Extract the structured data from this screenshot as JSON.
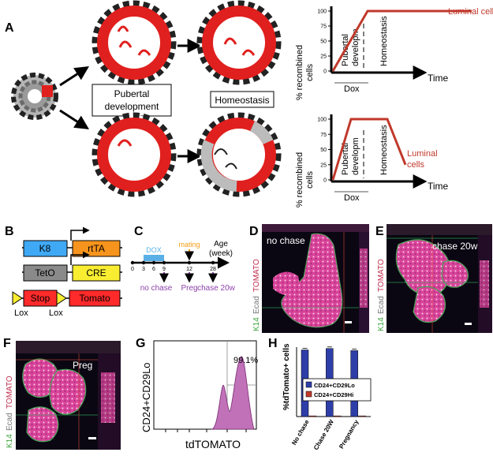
{
  "panels": {
    "A": {
      "label": "A",
      "box_pubertal_line1": "Pubertal",
      "box_pubertal_line2": "development",
      "box_homeostasis": "Homeostasis",
      "chart_top": {
        "ylabel_line1": "% recombined",
        "ylabel_line2": "cells",
        "xlabel": "Time",
        "ticks": [
          "100",
          "75",
          "50",
          "25",
          "0"
        ],
        "phase_pub_line1": "Pubertal",
        "phase_pub_line2": "developm",
        "phase_homeo": "Homeostasis",
        "dox": "Dox",
        "series_label": "Luminal cells"
      },
      "chart_bottom": {
        "ylabel_line1": "% recombined",
        "ylabel_line2": "cells",
        "xlabel": "Time",
        "ticks": [
          "100",
          "75",
          "50",
          "25",
          "0"
        ],
        "phase_pub_line1": "Pubertal",
        "phase_pub_line2": "developm",
        "phase_homeo": "Homeostasis",
        "dox": "Dox",
        "series_label_line1": "Luminal",
        "series_label_line2": "cells"
      }
    },
    "B": {
      "label": "B",
      "k8": "K8",
      "rtta": "rtTA",
      "teto": "TetO",
      "cre": "CRE",
      "stop": "Stop",
      "tomato": "Tomato",
      "lox1": "Lox",
      "lox2": "Lox"
    },
    "C": {
      "label": "C",
      "dox": "DOX",
      "mating": "mating",
      "age_line1": "Age",
      "age_line2": "(week)",
      "ticks": [
        "0",
        "3",
        "6",
        "9",
        "12",
        "28"
      ],
      "no_chase": "no chase",
      "preg": "Preg",
      "chase20w": "chase 20w"
    },
    "D": {
      "label": "D",
      "annotation": "no chase",
      "k14": "K14",
      "ecad": "Ecad",
      "tomato": "TOMATO"
    },
    "E": {
      "label": "E",
      "annotation": "chase 20w",
      "k14": "K14",
      "ecad": "Ecad",
      "tomato": "TOMATO"
    },
    "F": {
      "label": "F",
      "annotation": "Preg",
      "k14": "K14",
      "ecad": "Ecad",
      "tomato": "TOMATO"
    },
    "G": {
      "label": "G",
      "ylabel": "CD24+CD29Lo",
      "xlabel": "tdTOMATO",
      "percent": "99.1%"
    },
    "H": {
      "label": "H",
      "ylabel": "%tdTomato+ cells",
      "legend1": "CD24+CD29Lo",
      "legend2": "CD24+CD29Hi"
    }
  },
  "colors": {
    "red": "#e0201e",
    "darkred": "#c0392b",
    "k8": "#3fa9f5",
    "rtta": "#f7941d",
    "teto": "#8a8a8a",
    "cre": "#f9ed32",
    "stop": "#ff2a2a",
    "lox": "#f9ed32",
    "dox": "#5ab0e6",
    "mating": "#f39c12",
    "purple": "#8e44ad",
    "bar_blue": "#2e3ea8",
    "bar_red": "#c0392b"
  },
  "chart_data": [
    {
      "type": "line",
      "series": [
        {
          "name": "Luminal cells",
          "x": [
            0,
            1,
            2,
            3,
            4
          ],
          "values": [
            0,
            100,
            100,
            100,
            100
          ]
        }
      ],
      "ylabel": "% recombined cells",
      "xlabel": "Time",
      "ylim": [
        0,
        100
      ]
    },
    {
      "type": "line",
      "series": [
        {
          "name": "Luminal cells",
          "x": [
            0,
            1,
            2,
            3,
            4
          ],
          "values": [
            0,
            100,
            100,
            100,
            25
          ]
        }
      ],
      "ylabel": "% recombined cells",
      "xlabel": "Time",
      "ylim": [
        0,
        100
      ]
    },
    {
      "type": "bar",
      "categories": [
        "No chase",
        "Chase 20W",
        "Pregnancy"
      ],
      "series": [
        {
          "name": "CD24+CD29Lo",
          "values": [
            96,
            98,
            95
          ]
        },
        {
          "name": "CD24+CD29Hi",
          "values": [
            1,
            1,
            1
          ]
        }
      ],
      "ylabel": "%tdTomato+ cells",
      "ylim": [
        0,
        100
      ]
    }
  ]
}
